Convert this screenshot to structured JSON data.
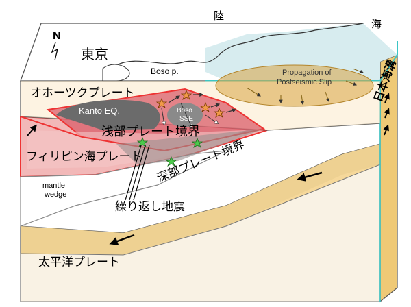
{
  "labels": {
    "land": "陸",
    "sea": "海",
    "north": "N",
    "tokyo": "東京",
    "boso_peninsula": "Boso p.",
    "propagation_line1": "Propagation of",
    "propagation_line2": "Postseismic Slip",
    "japan_trench": "日本海溝",
    "okhotsk_plate": "オホーツクプレート",
    "kanto_eq": "Kanto EQ.",
    "boso_sse_line1": "Boso",
    "boso_sse_line2": "SSE",
    "shallow_boundary": "浅部プレート境界",
    "philippine_plate": "フィリピン海プレート",
    "deep_boundary": "深部プレート境界",
    "mantle_line1": "mantle",
    "mantle_line2": "wedge",
    "repeating_eq": "繰り返し地震",
    "pacific_plate": "太平洋プレート"
  },
  "colors": {
    "pacific_plate": "#f6d89a",
    "philippine_plate": "#f2b8b8",
    "shallow_zone": "#d95d6a",
    "kanto_region": "#6b6b6b",
    "postseismic_slip": "#d9a441",
    "trench_outline": "#3cc5c5",
    "star": "#4cc94c"
  }
}
